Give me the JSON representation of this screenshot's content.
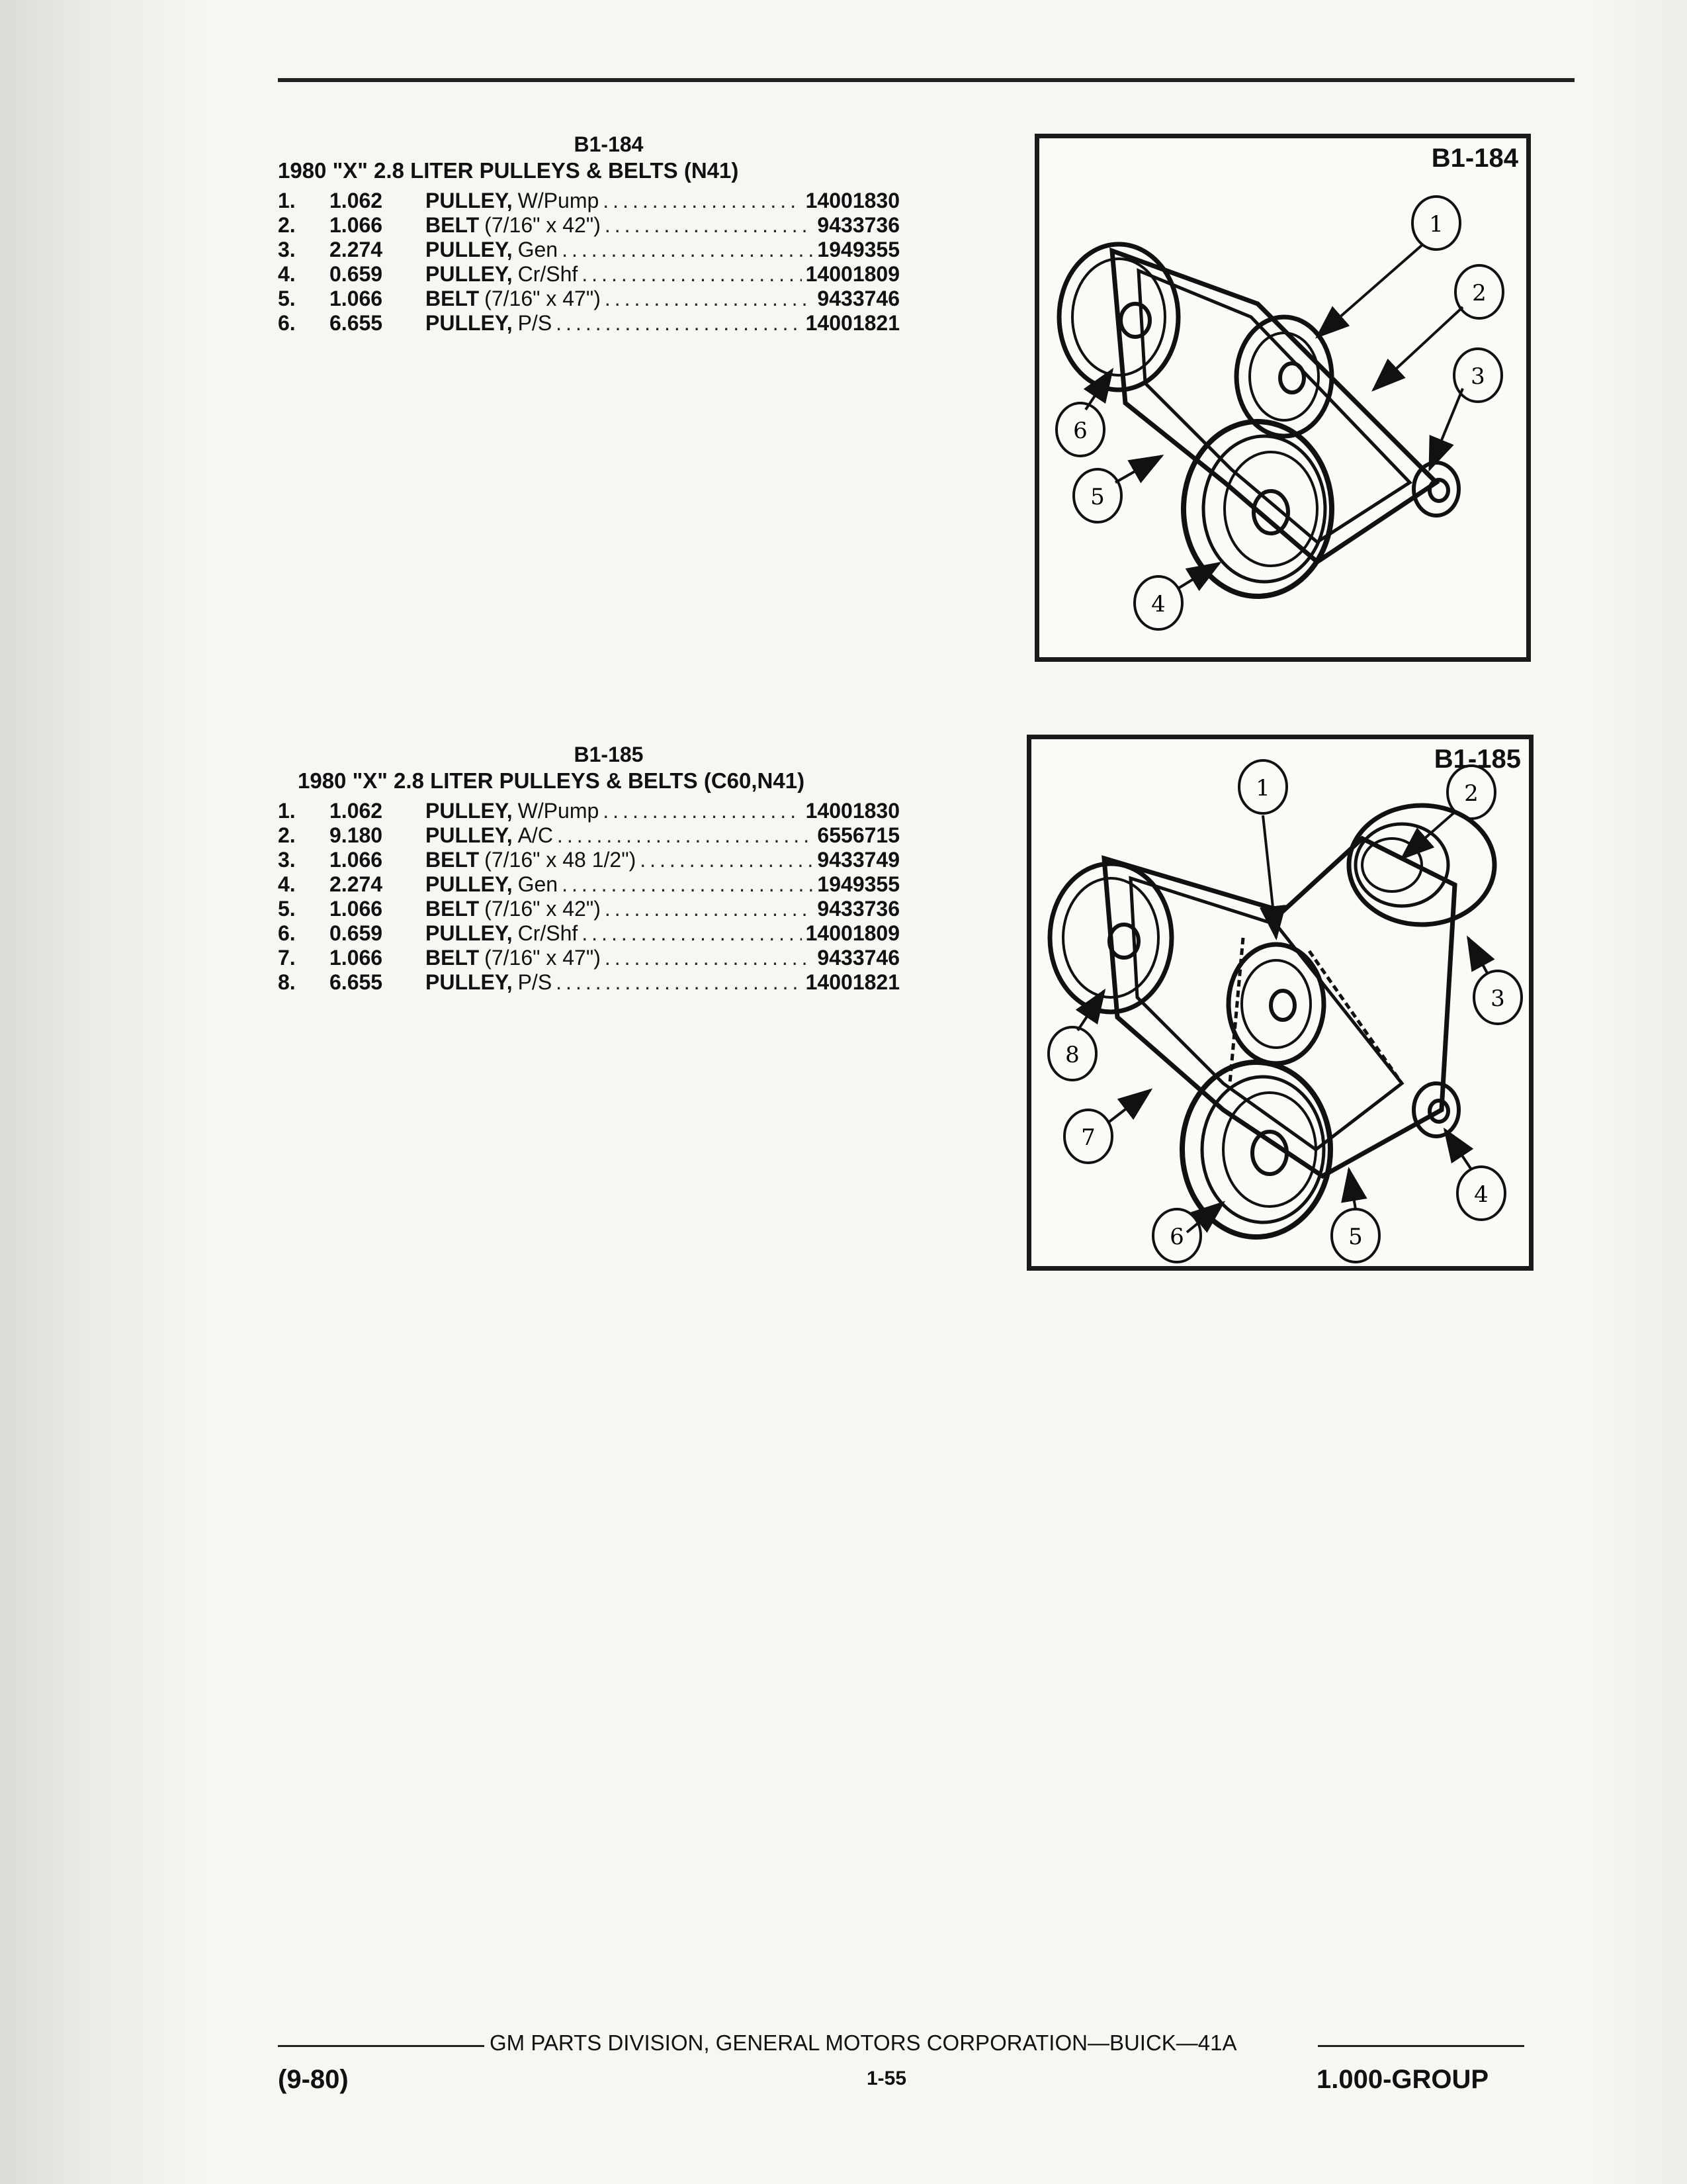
{
  "sections": [
    {
      "code": "B1-184",
      "title": "1980 \"X\" 2.8 LITER PULLEYS & BELTS (N41)",
      "parts": [
        {
          "num": "1.",
          "qty": "1.062",
          "name": "PULLEY,",
          "desc": "W/Pump",
          "part": "14001830"
        },
        {
          "num": "2.",
          "qty": "1.066",
          "name": "BELT",
          "desc": "(7/16\" x 42\")",
          "part": "9433736"
        },
        {
          "num": "3.",
          "qty": "2.274",
          "name": "PULLEY,",
          "desc": "Gen",
          "part": "1949355"
        },
        {
          "num": "4.",
          "qty": "0.659",
          "name": "PULLEY,",
          "desc": "Cr/Shf",
          "part": "14001809"
        },
        {
          "num": "5.",
          "qty": "1.066",
          "name": "BELT",
          "desc": "(7/16\" x 47\")",
          "part": "9433746"
        },
        {
          "num": "6.",
          "qty": "6.655",
          "name": "PULLEY,",
          "desc": "P/S",
          "part": "14001821"
        }
      ]
    },
    {
      "code": "B1-185",
      "title": "1980 \"X\" 2.8 LITER PULLEYS & BELTS (C60,N41)",
      "parts": [
        {
          "num": "1.",
          "qty": "1.062",
          "name": "PULLEY,",
          "desc": "W/Pump",
          "part": "14001830"
        },
        {
          "num": "2.",
          "qty": "9.180",
          "name": "PULLEY,",
          "desc": "A/C",
          "part": "6556715"
        },
        {
          "num": "3.",
          "qty": "1.066",
          "name": "BELT",
          "desc": "(7/16\" x 48 1/2\")",
          "part": "9433749"
        },
        {
          "num": "4.",
          "qty": "2.274",
          "name": "PULLEY,",
          "desc": "Gen",
          "part": "1949355"
        },
        {
          "num": "5.",
          "qty": "1.066",
          "name": "BELT",
          "desc": "(7/16\" x 42\")",
          "part": "9433736"
        },
        {
          "num": "6.",
          "qty": "0.659",
          "name": "PULLEY,",
          "desc": "Cr/Shf",
          "part": "14001809"
        },
        {
          "num": "7.",
          "qty": "1.066",
          "name": "BELT",
          "desc": "(7/16\" x 47\")",
          "part": "9433746"
        },
        {
          "num": "8.",
          "qty": "6.655",
          "name": "PULLEY,",
          "desc": "P/S",
          "part": "14001821"
        }
      ]
    }
  ],
  "figures": [
    {
      "label": "B1-184",
      "callouts": [
        "1",
        "2",
        "3",
        "4",
        "5",
        "6"
      ]
    },
    {
      "label": "B1-185",
      "callouts": [
        "1",
        "2",
        "3",
        "4",
        "5",
        "6",
        "7",
        "8"
      ]
    }
  ],
  "footer": {
    "center": "GM PARTS DIVISION, GENERAL MOTORS CORPORATION—BUICK—41A",
    "date": "(9-80)",
    "page": "1-55",
    "group": "1.000-GROUP"
  }
}
